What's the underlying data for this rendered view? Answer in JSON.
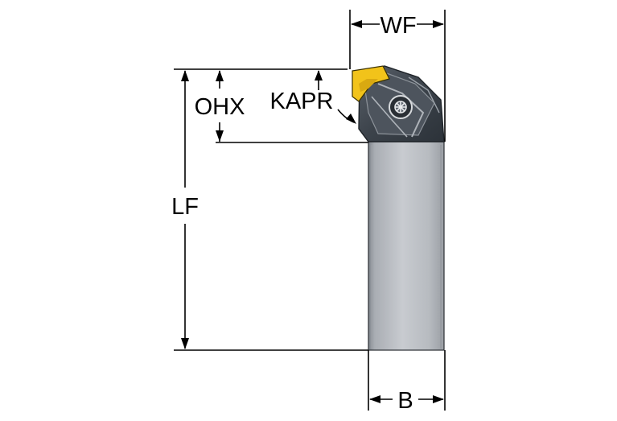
{
  "labels": {
    "wf": "WF",
    "ohx": "OHX",
    "kapr": "KAPR",
    "lf": "LF",
    "b": "B"
  },
  "colors": {
    "shank_light": "#c3c6cb",
    "shank_dark": "#8b8f96",
    "head_dark": "#40474f",
    "head_mid": "#5c636c",
    "insert": "#f2c31a",
    "outline": "#000000"
  }
}
